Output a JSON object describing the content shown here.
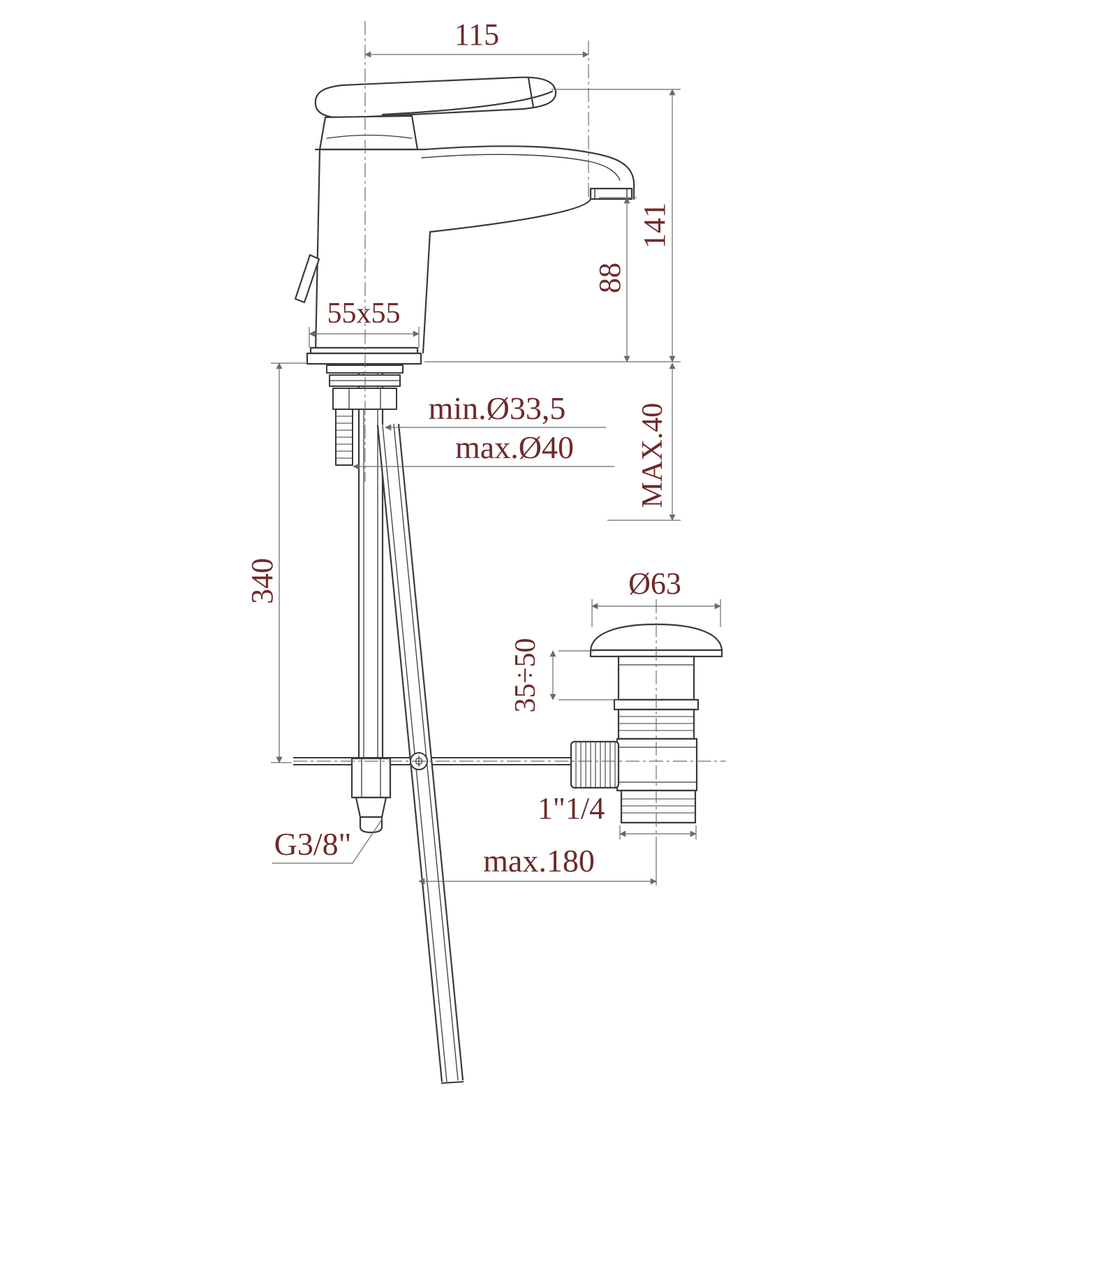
{
  "colors": {
    "background": "#ffffff",
    "object_line": "#3a3a3a",
    "dimension_line": "#6a6a6a",
    "center_line": "#6f6f6f",
    "dimension_text": "#6e2a2a"
  },
  "labels": {
    "spout_projection": "115",
    "total_height": "141",
    "spout_height": "88",
    "base_size": "55x55",
    "hole_min": "min.Ø33,5",
    "hole_max": "max.Ø40",
    "deck_thickness": "MAX.40",
    "hose_length": "340",
    "waste_cap_diameter": "Ø63",
    "cap_height_range": "35÷50",
    "waste_thread": "1\"1/4",
    "hose_thread": "G3/8\"",
    "max_distance": "max.180"
  }
}
